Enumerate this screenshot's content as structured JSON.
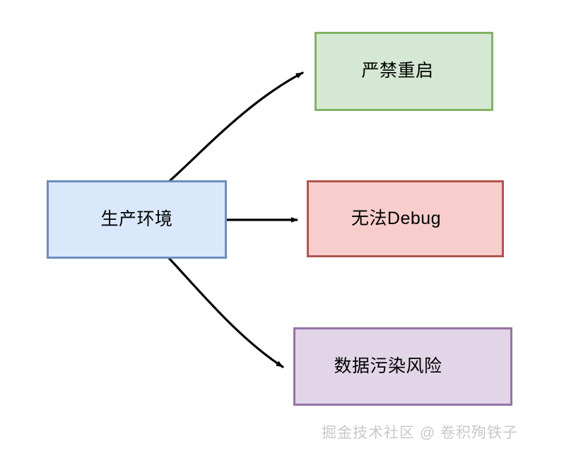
{
  "diagram": {
    "type": "flowchart",
    "direction": "left-to-right",
    "nodes": [
      {
        "id": "source",
        "label": "生产环境",
        "fill": "#dae8fc",
        "stroke": "#6c8ebf"
      },
      {
        "id": "no-restart",
        "label": "严禁重启",
        "fill": "#d5e8d4",
        "stroke": "#82b366"
      },
      {
        "id": "no-debug",
        "label": "无法Debug",
        "fill": "#f8cecc",
        "stroke": "#b25450"
      },
      {
        "id": "data-risk",
        "label": "数据污染风险",
        "fill": "#e1d5e7",
        "stroke": "#9673a6"
      }
    ],
    "edges": [
      {
        "id": "edge-source-to-no-restart",
        "from": "source",
        "to": "no-restart",
        "shape": "curved",
        "stroke": "#000000"
      },
      {
        "id": "edge-source-to-no-debug",
        "from": "source",
        "to": "no-debug",
        "shape": "straight",
        "stroke": "#000000"
      },
      {
        "id": "edge-source-to-data-risk",
        "from": "source",
        "to": "data-risk",
        "shape": "curved",
        "stroke": "#000000"
      }
    ]
  },
  "watermark": {
    "text": "掘金技术社区 @ 卷积殉铁子",
    "color": "#c9c9c9"
  }
}
